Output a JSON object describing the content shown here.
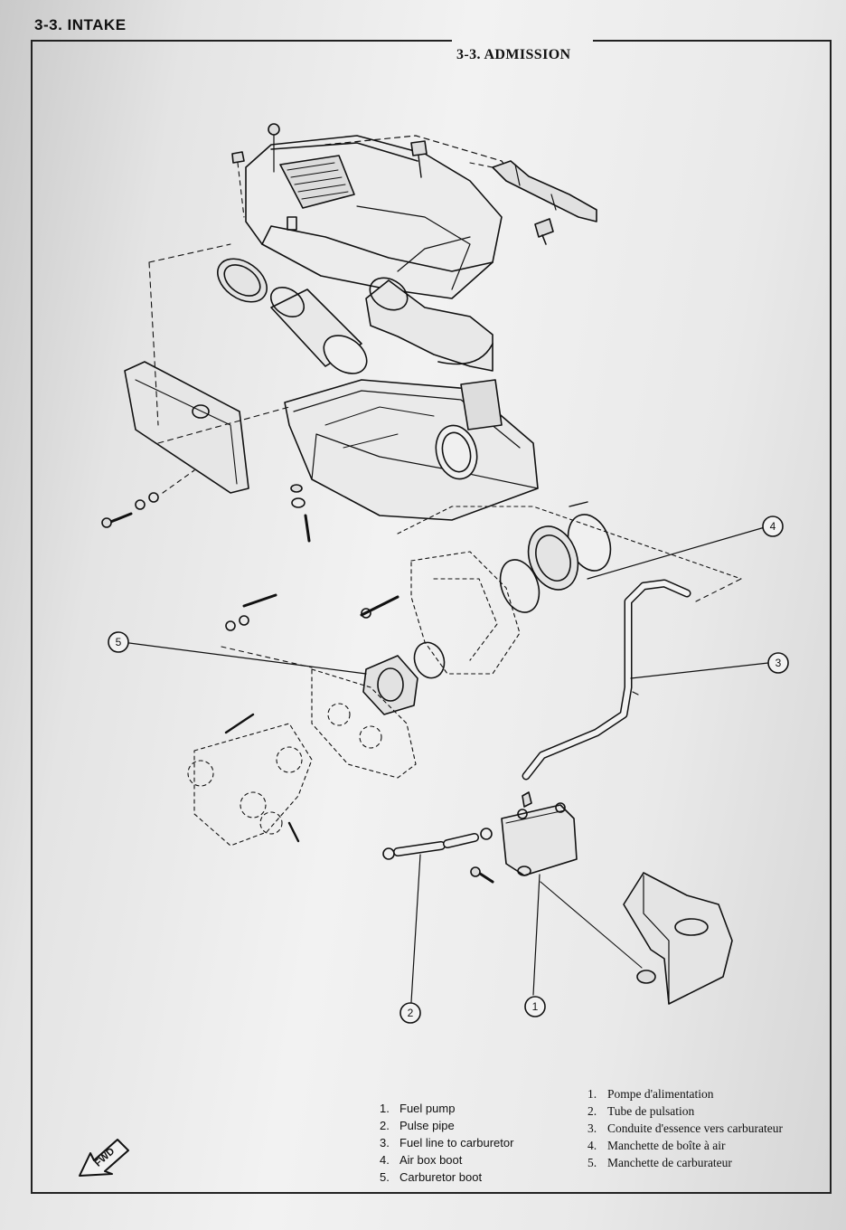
{
  "header": {
    "title_en": "3-3. INTAKE",
    "title_fr": "3-3. ADMISSION"
  },
  "callouts": [
    {
      "number": "1"
    },
    {
      "number": "2"
    },
    {
      "number": "3"
    },
    {
      "number": "4"
    },
    {
      "number": "5"
    }
  ],
  "legend_en": [
    {
      "num": "1.",
      "label": "Fuel pump"
    },
    {
      "num": "2.",
      "label": "Pulse pipe"
    },
    {
      "num": "3.",
      "label": "Fuel line to carburetor"
    },
    {
      "num": "4.",
      "label": "Air box boot"
    },
    {
      "num": "5.",
      "label": "Carburetor boot"
    }
  ],
  "legend_fr": [
    {
      "num": "1.",
      "label": "Pompe d'alimentation"
    },
    {
      "num": "2.",
      "label": "Tube de pulsation"
    },
    {
      "num": "3.",
      "label": "Conduite d'essence vers carburateur"
    },
    {
      "num": "4.",
      "label": "Manchette de boîte à air"
    },
    {
      "num": "5.",
      "label": "Manchette de carburateur"
    }
  ],
  "fwd_marker": "FWD",
  "colors": {
    "ink": "#111111",
    "paper": "#eeeeee"
  }
}
